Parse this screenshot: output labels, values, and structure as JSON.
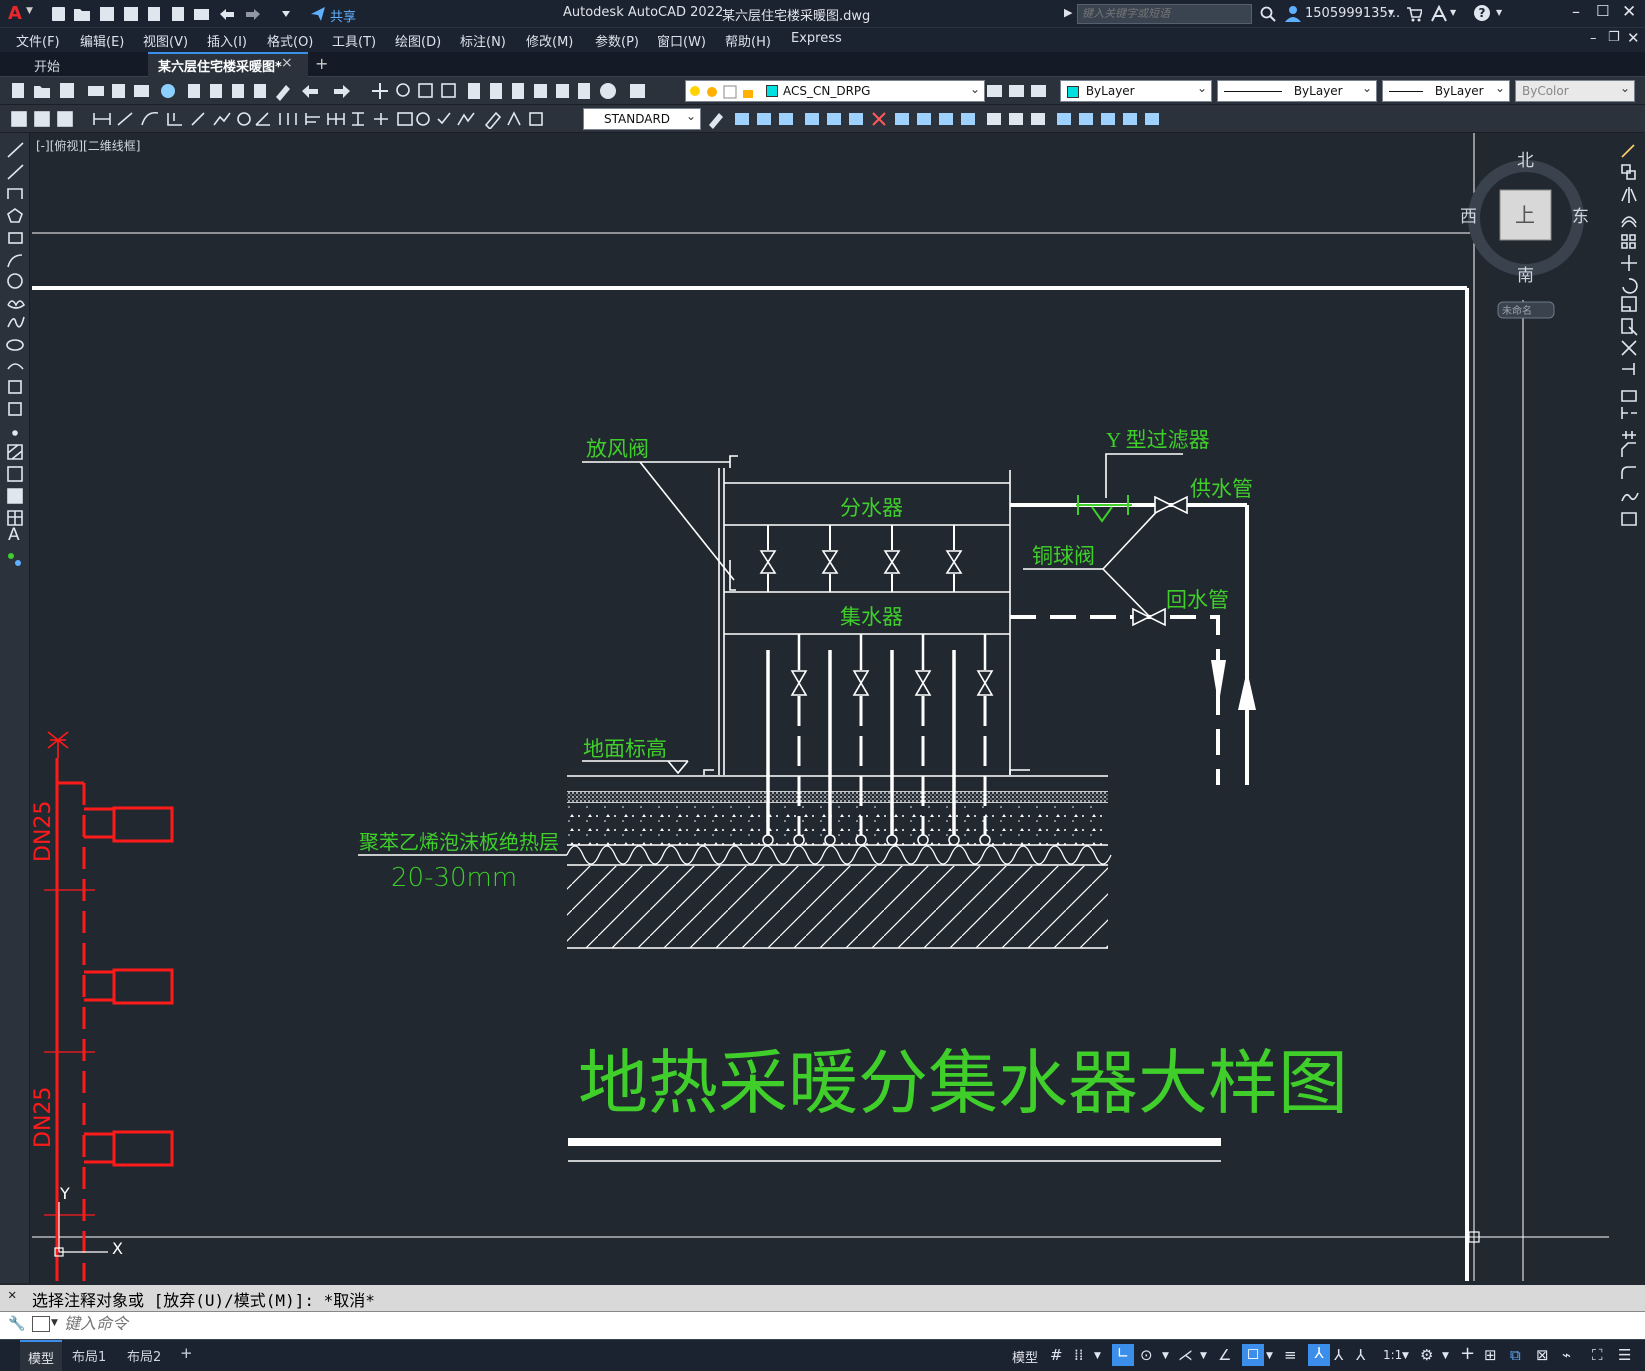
{
  "app": {
    "logo": "A",
    "title": "Autodesk AutoCAD 2022",
    "file_name": "某六层住宅楼采暖图.dwg",
    "share_label": "共享",
    "search_placeholder": "键入关键字或短语",
    "user_name": "1505999135...",
    "help_label": "?"
  },
  "menu": {
    "items": [
      "文件(F)",
      "编辑(E)",
      "视图(V)",
      "插入(I)",
      "格式(O)",
      "工具(T)",
      "绘图(D)",
      "标注(N)",
      "修改(M)",
      "参数(P)",
      "窗口(W)",
      "帮助(H)",
      "Express"
    ]
  },
  "tabs": {
    "start": "开始",
    "active": "某六层住宅楼采暖图*",
    "close": "×",
    "add": "+"
  },
  "toolbar": {
    "layer_name": "ACS_CN_DRPG",
    "color": "ByLayer",
    "linetype": "ByLayer",
    "lineweight": "ByLayer",
    "plotstyle": "ByColor",
    "text_style": "STANDARD"
  },
  "viewport": {
    "label": "[-][俯视][二维线框]"
  },
  "viewcube": {
    "north": "北",
    "south": "南",
    "east": "东",
    "west": "西",
    "top": "上",
    "wcs": "未命名"
  },
  "drawing": {
    "labels": {
      "vent_valve": "放风阀",
      "y_filter": "Y 型过滤器",
      "supply_pipe": "供水管",
      "distributor": "分水器",
      "copper_valve": "铜球阀",
      "return_pipe": "回水管",
      "collector": "集水器",
      "floor_level": "地面标高",
      "insulation": "聚苯乙烯泡沫板绝热层",
      "thickness": "20-30mm",
      "title": "地热采暖分集水器大样图",
      "dn_top": "DN25",
      "dn_bottom": "DN25"
    },
    "ucs": {
      "y": "Y",
      "x": "X"
    },
    "colors": {
      "green": "#3fce2a",
      "red": "#ff1a1a",
      "white": "#ffffff",
      "background": "#212830"
    }
  },
  "command": {
    "history": "选择注释对象或 [放弃(U)/模式(M)]: *取消*",
    "placeholder": "键入命令"
  },
  "layout_tabs": [
    "模型",
    "布局1",
    "布局2",
    "+"
  ],
  "status": {
    "model": "模型",
    "scale": "1:1"
  }
}
